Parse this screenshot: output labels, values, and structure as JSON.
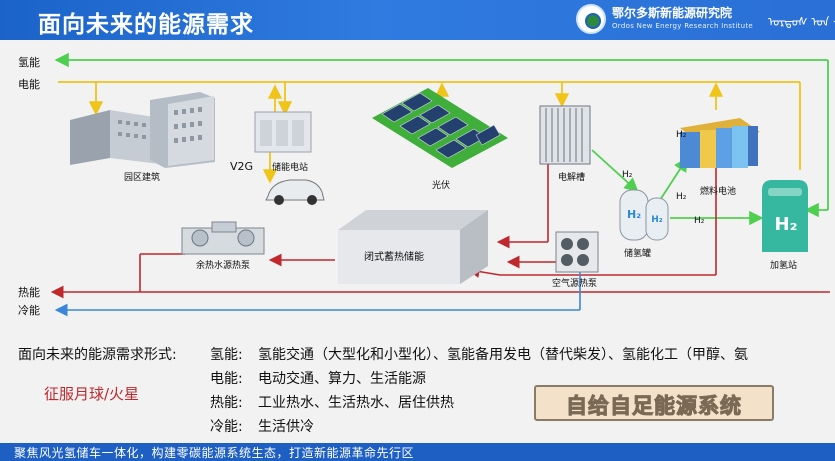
{
  "header": {
    "title": "面向未来的能源需求",
    "org_cn": "鄂尔多斯新能源研究院",
    "org_en": "Ordos New Energy Research Institute",
    "org_mn": "ᠣᠷᠳᠣᠰ ᠤᠨ ᠰᠢᠨ᠎ᠡ"
  },
  "diagram": {
    "bus_labels": {
      "hydrogen": "氢能",
      "electric": "电能",
      "heat": "热能",
      "cold": "冷能"
    },
    "nodes": {
      "park": "园区建筑",
      "storage_station": "储能电站",
      "v2g": "V2G",
      "pv": "光伏",
      "electrolyzer": "电解槽",
      "fuel_cell": "燃料电池",
      "h2_tank": "储氢罐",
      "h2_station": "加氢站",
      "heat_pump_waste": "余热水源热泵",
      "thermal_storage": "闭式蓄热储能",
      "air_heat_pump": "空气源热泵"
    },
    "h2_flow_labels": [
      "H₂",
      "H₂",
      "H₂",
      "H₂"
    ],
    "line_colors": {
      "hydrogen": "#4fcf4f",
      "electric": "#f0c419",
      "heat": "#c0282d",
      "cold": "#3a86d8"
    }
  },
  "demand": {
    "heading": "面向未来的能源需求形式:",
    "rows": [
      {
        "label": "氢能:",
        "text": "氢能交通（大型化和小型化）、氢能备用发电（替代柴发）、氢能化工（甲醇、氨"
      },
      {
        "label": "电能:",
        "text": "电动交通、算力、生活能源"
      },
      {
        "label": "热能:",
        "text": "工业热水、生活热水、居住供热"
      },
      {
        "label": "冷能:",
        "text": "生活供冷"
      }
    ],
    "conquer": "征服月球/火星",
    "self_sufficient": "自给自足能源系统"
  },
  "footer": {
    "slogan": "聚焦风光氢储车一体化，构建零碳能源系统生态，打造新能源革命先行区"
  }
}
